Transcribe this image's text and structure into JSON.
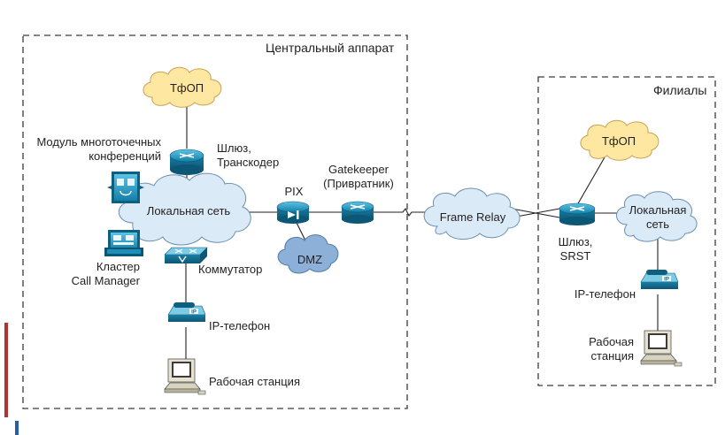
{
  "regions": {
    "central": "Центральный аппарат",
    "branches": "Филиалы"
  },
  "clouds": {
    "pstn_central": "ТфОП",
    "lan_central": "Локальная сеть",
    "dmz": "DMZ",
    "frame_relay": "Frame Relay",
    "pstn_branch": "ТфОП",
    "lan_branch_line1": "Локальная",
    "lan_branch_line2": "сеть"
  },
  "labels": {
    "conference_line1": "Модуль многоточечных",
    "conference_line2": "конференций",
    "gateway_line1": "Шлюз,",
    "gateway_line2": "Транскодер",
    "pix": "PIX",
    "gatekeeper_line1": "Gatekeeper",
    "gatekeeper_line2": "(Привратник)",
    "cluster_line1": "Кластер",
    "cluster_line2": "Call Manager",
    "switch": "Коммутатор",
    "ip_phone_central": "IP-телефон",
    "workstation_central": "Рабочая станция",
    "branch_gw_line1": "Шлюз,",
    "branch_gw_line2": "SRST",
    "ip_phone_branch": "IP-телефон",
    "workstation_branch_line1": "Рабочая",
    "workstation_branch_line2": "станция"
  },
  "icons": {
    "router": "router-icon",
    "firewall": "firewall-icon",
    "switch": "switch-icon",
    "phone": "ip-phone-icon",
    "workstation": "workstation-icon",
    "conference": "conference-module-icon",
    "cluster": "call-manager-cluster-icon"
  },
  "colors": {
    "cloud_yellow": "#fde7a1",
    "cloud_yellow_stroke": "#c8a254",
    "cloud_blue": "#dbeaf7",
    "cloud_blue_stroke": "#6b8fb3",
    "cloud_dmz": "#8db0d8",
    "device_teal": "#1e8fb8",
    "device_dark": "#0f5f80",
    "accent_red": "#b5312f",
    "accent_blue": "#2a5da8"
  }
}
